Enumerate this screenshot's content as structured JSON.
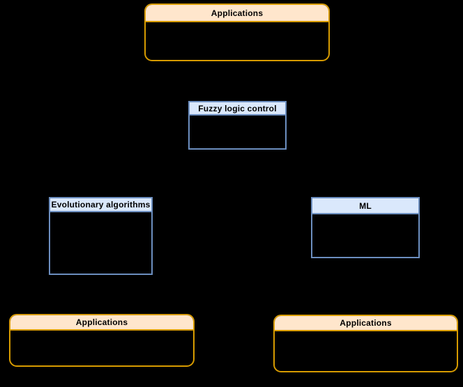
{
  "diagram": {
    "canvas_bg": "#000000",
    "colors": {
      "canvas_bg": "#000000",
      "orange_border": "#D79B00",
      "orange_header_fill": "#FFE6CC",
      "blue_border": "#6C8EBF",
      "blue_header_fill": "#DAE8FC",
      "body_fill": "#000000",
      "label_color": "#000000"
    },
    "nodes": [
      {
        "id": "applications-top",
        "label": "Applications",
        "variant": "orange"
      },
      {
        "id": "fuzzy-logic-control",
        "label": "Fuzzy logic control",
        "variant": "blue"
      },
      {
        "id": "evolutionary-algorithms",
        "label": "Evolutionary algorithms",
        "variant": "blue"
      },
      {
        "id": "ml",
        "label": "ML",
        "variant": "blue"
      },
      {
        "id": "applications-left",
        "label": "Applications",
        "variant": "orange"
      },
      {
        "id": "applications-right",
        "label": "Applications",
        "variant": "orange"
      }
    ]
  }
}
